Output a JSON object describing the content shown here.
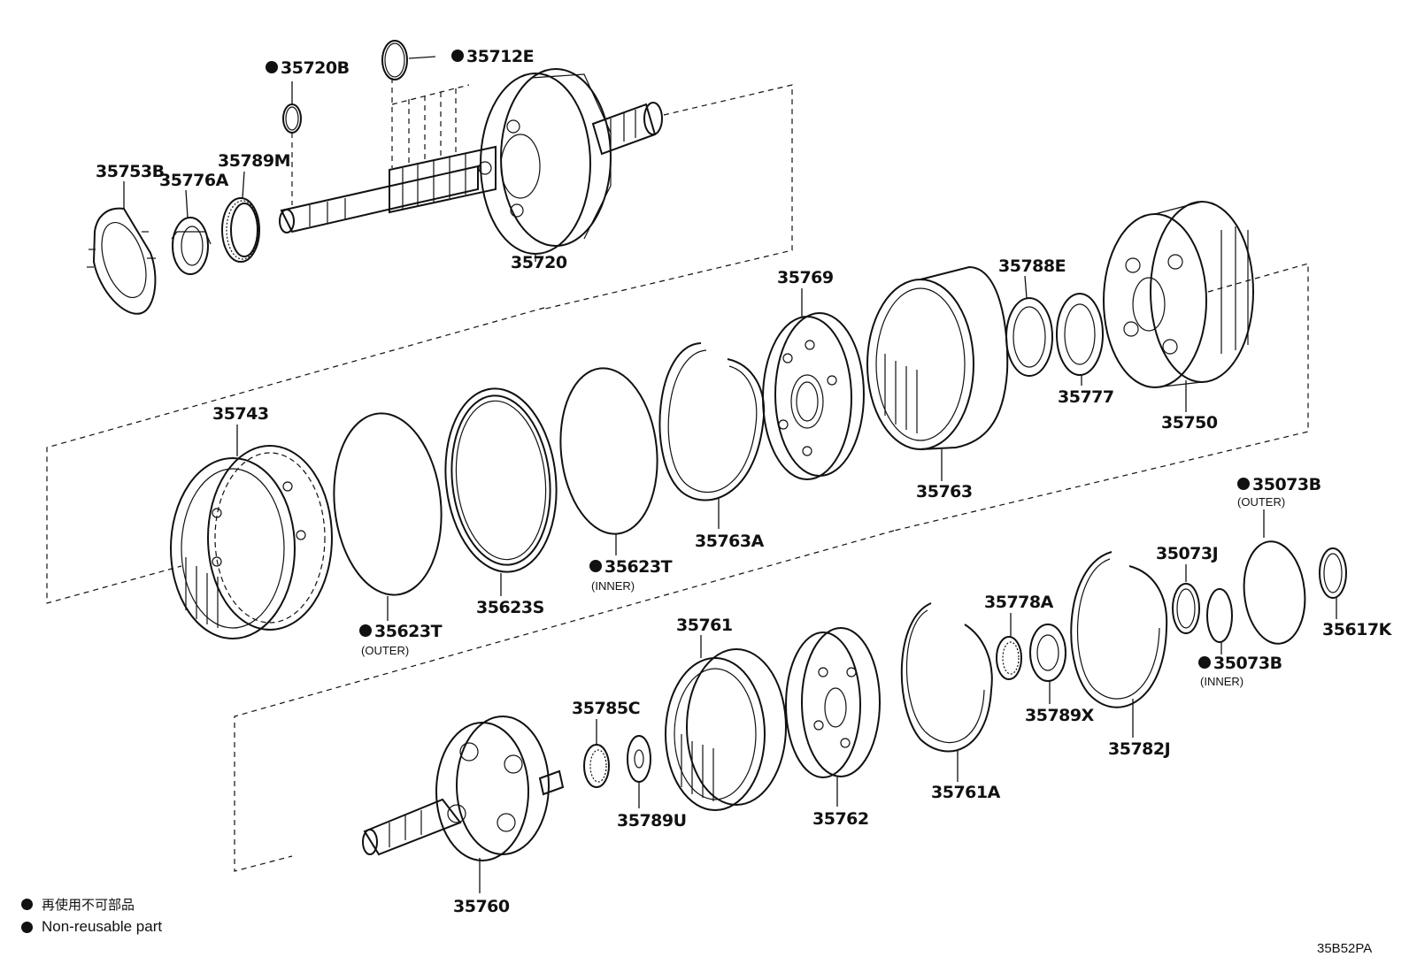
{
  "parts": {
    "p35720B": "35720B",
    "p35712E": "35712E",
    "p35753B": "35753B",
    "p35776A": "35776A",
    "p35789M": "35789M",
    "p35720": "35720",
    "p35769": "35769",
    "p35788E": "35788E",
    "p35777": "35777",
    "p35750": "35750",
    "p35743": "35743",
    "p35763": "35763",
    "p35763A": "35763A",
    "p35623T_inner": "35623T",
    "p35623S": "35623S",
    "p35623T_outer": "35623T",
    "p35073B_outer": "35073B",
    "p35073J": "35073J",
    "p35617K": "35617K",
    "p35073B_inner": "35073B",
    "p35778A": "35778A",
    "p35789X": "35789X",
    "p35782J": "35782J",
    "p35761": "35761",
    "p35785C": "35785C",
    "p35789U": "35789U",
    "p35762": "35762",
    "p35761A": "35761A",
    "p35760": "35760"
  },
  "sub_labels": {
    "inner": "(INNER)",
    "outer": "(OUTER)"
  },
  "legend": {
    "japanese": "再使用不可部品",
    "english": "Non-reusable part"
  },
  "reference_code": "35B52PA"
}
